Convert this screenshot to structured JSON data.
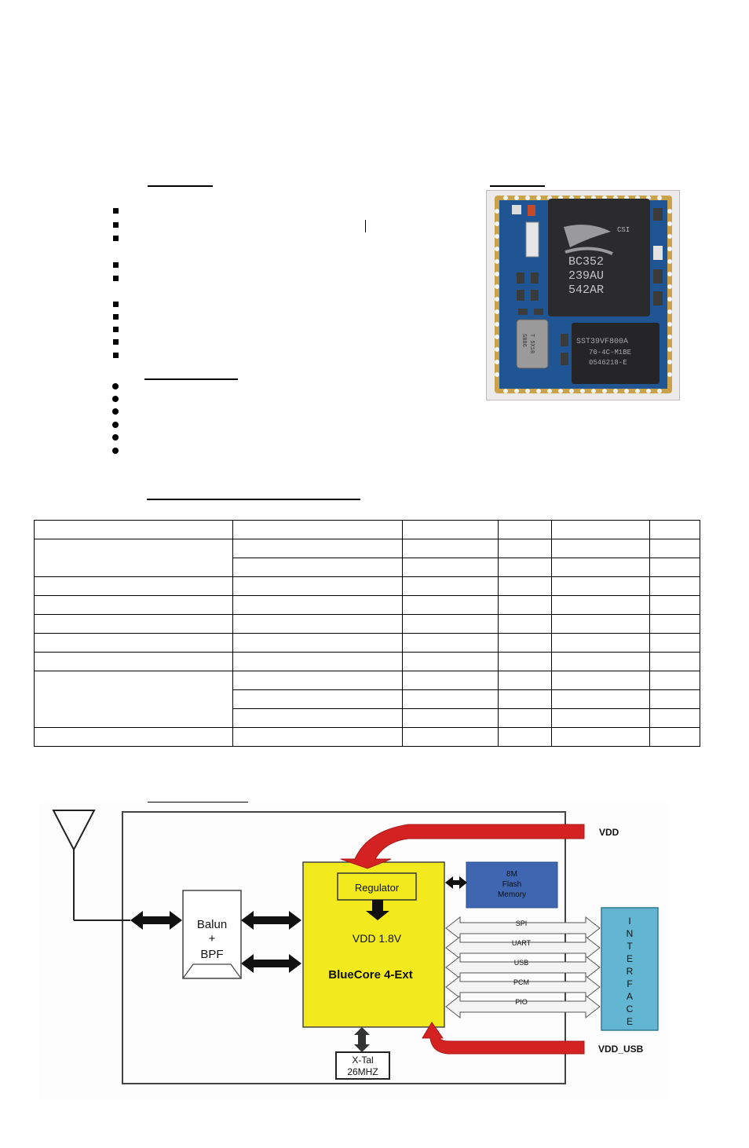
{
  "module_photo": {
    "chip1_lines": [
      "CSI",
      "BC352",
      "239AU",
      "542AR"
    ],
    "chip2_lines": [
      "SST39VF800A",
      "70-4C-M1BE",
      "0546218-E"
    ],
    "crystal_lines": [
      "S886",
      "T 5X18"
    ]
  },
  "spec_table": {
    "rows": [
      [
        "",
        "",
        "",
        "",
        "",
        ""
      ],
      [
        "",
        "",
        "",
        "",
        "",
        ""
      ],
      [
        "",
        "",
        "",
        "",
        ""
      ],
      [
        "",
        "",
        "",
        "",
        "",
        ""
      ],
      [
        "",
        "",
        "",
        "",
        "",
        ""
      ],
      [
        "",
        "",
        "",
        "",
        "",
        ""
      ],
      [
        "",
        "",
        "",
        "",
        "",
        ""
      ],
      [
        "",
        "",
        "",
        "",
        "",
        ""
      ],
      [
        "",
        "",
        "",
        "",
        "",
        ""
      ],
      [
        "",
        "",
        "",
        "",
        "",
        ""
      ],
      [
        "",
        "",
        "",
        "",
        ""
      ],
      [
        "",
        "",
        "",
        "",
        ""
      ],
      [
        "",
        "",
        "",
        "",
        "",
        ""
      ]
    ]
  },
  "block_diagram": {
    "vdd": "VDD",
    "vdd_usb": "VDD_USB",
    "regulator": "Regulator",
    "vdd_core": "VDD 1.8V",
    "core": "BlueCore 4-Ext",
    "balun_line1": "Balun",
    "balun_line2": "+",
    "balun_line3": "BPF",
    "flash_line1": "8M",
    "flash_line2": "Flash",
    "flash_line3": "Memory",
    "xtal_line1": "X-Tal",
    "xtal_line2": "26MHZ",
    "interface_letters": [
      "I",
      "N",
      "T",
      "E",
      "R",
      "F",
      "A",
      "C",
      "E"
    ],
    "buses": [
      "SPI",
      "UART",
      "USB",
      "PCM",
      "PIO"
    ],
    "colors": {
      "core": "#f2ea1c",
      "flash": "#3f66b0",
      "interface": "#62b6d1",
      "power_arrow": "#d42222"
    }
  }
}
